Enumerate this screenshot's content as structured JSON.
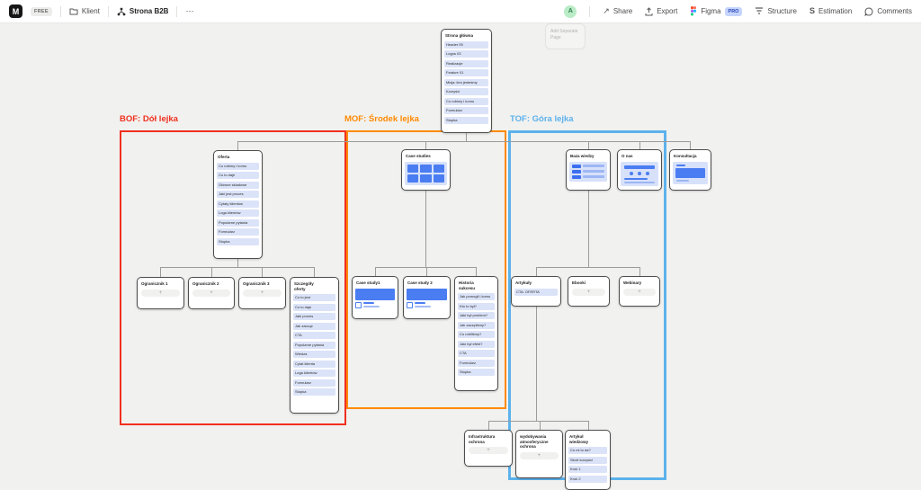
{
  "toolbar": {
    "logo_glyph": "M",
    "free_badge": "FREE",
    "project_name": "Klient",
    "page_name": "Strona B2B",
    "more_glyph": "⋯",
    "avatar_label": "A",
    "share_label": "Share",
    "share_glyph": "↗",
    "export_label": "Export",
    "figma_label": "Figma",
    "pro_badge": "PRO",
    "structure_label": "Structure",
    "estimation_label": "Estimation",
    "estimation_glyph": "S",
    "comments_label": "Comments"
  },
  "canvas": {
    "add_page_button": "Add Separate Page",
    "plus": "+",
    "regions": {
      "bof": {
        "label": "BOF: Dół lejka",
        "color": "#f0301f"
      },
      "mof": {
        "label": "MOF: Środek lejka",
        "color": "#ff8a00"
      },
      "tof": {
        "label": "TOF: Góra lejka",
        "color": "#5cb2ec"
      }
    },
    "nodes": {
      "home": {
        "title": "Strona główna",
        "items": [
          "Header 05",
          "Logos 03",
          "Realizacje",
          "Feature 01",
          "Misja: kim jesteśmy",
          "Korzyści",
          "Co robimy i komu",
          "Formularz",
          "Stopka"
        ]
      },
      "oferta": {
        "title": "Oferta",
        "items": [
          "Co robimy i komu",
          "Co to daje",
          "Główne składowe",
          "Jaki jest proces",
          "Cytaty klientów",
          "Loga klientów",
          "Popularne pytania",
          "Formularz",
          "Stopka"
        ]
      },
      "ogr1": {
        "title": "Ogranicznik 1"
      },
      "ogr2": {
        "title": "Ogranicznik 2"
      },
      "ogr3": {
        "title": "Ogranicznik 3"
      },
      "szczegoly": {
        "title": "Szczegóły oferty",
        "items": [
          "Co to jest",
          "Co to daje",
          "Jaki proces",
          "Jak zacząć",
          "CTA",
          "Popularne pytania",
          "Wiedza",
          "Cytat klienta",
          "Loga klientów",
          "Formularz",
          "Stopka"
        ]
      },
      "casestudies": {
        "title": "Case studies"
      },
      "cs1": {
        "title": "Case study1"
      },
      "cs2": {
        "title": "Case study 2"
      },
      "historia": {
        "title": "Historia sukcesu",
        "items": [
          "Jak pomogli i komu",
          "Kto to był?",
          "Jaki był problem?",
          "Jak zaczęliśmy?",
          "Co robiliśmy?",
          "Jaki był efekt?",
          "CTA",
          "Formularz",
          "Stopka"
        ]
      },
      "baza": {
        "title": "Baza wiedzy"
      },
      "onas": {
        "title": "O nas"
      },
      "konsultacja": {
        "title": "Konsultacja"
      },
      "artykuly": {
        "title": "Artykuły",
        "items": [
          "CTA: OFERTA"
        ]
      },
      "ebooki": {
        "title": "Ebooki"
      },
      "webinary": {
        "title": "Webinary"
      },
      "infra": {
        "title": "Infrastruktura ochrona"
      },
      "wydob": {
        "title": "wydobywania atmosferyczne ochrona"
      },
      "artwiedz": {
        "title": "Artykuł wiedzowy",
        "items": [
          "Co mi to da?",
          "Skrót korzyści",
          "Krok 1",
          "Krok 2"
        ]
      }
    }
  }
}
